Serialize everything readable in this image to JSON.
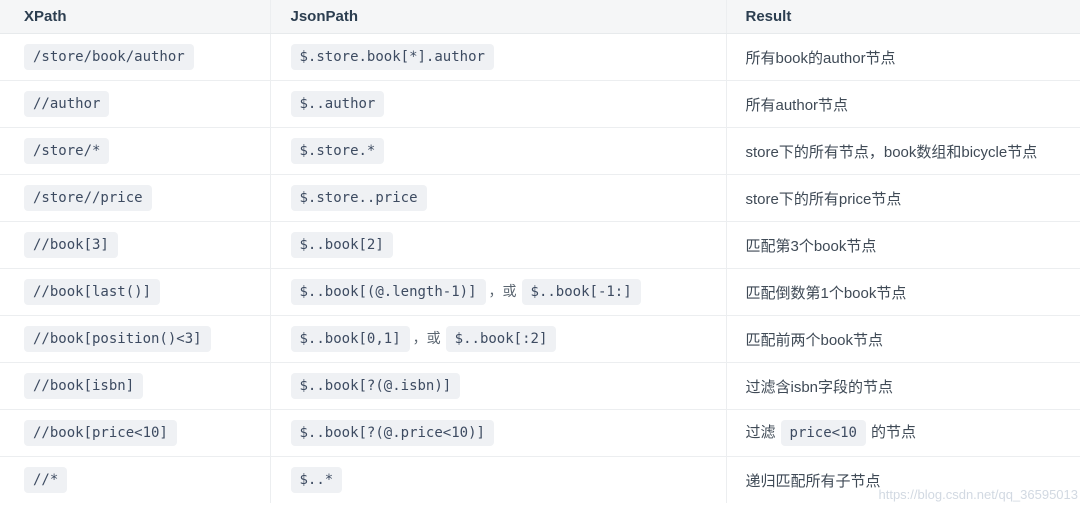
{
  "table": {
    "columns": [
      {
        "label": "XPath"
      },
      {
        "label": "JsonPath"
      },
      {
        "label": "Result"
      }
    ],
    "rows": [
      {
        "xpath": [
          {
            "code": "/store/book/author"
          }
        ],
        "jsonpath": [
          {
            "code": "$.store.book[*].author"
          }
        ],
        "result": [
          {
            "text": "所有book的author节点"
          }
        ]
      },
      {
        "xpath": [
          {
            "code": "//author"
          }
        ],
        "jsonpath": [
          {
            "code": "$..author"
          }
        ],
        "result": [
          {
            "text": "所有author节点"
          }
        ]
      },
      {
        "xpath": [
          {
            "code": "/store/*"
          }
        ],
        "jsonpath": [
          {
            "code": "$.store.*"
          }
        ],
        "result": [
          {
            "text": "store下的所有节点，book数组和bicycle节点"
          }
        ]
      },
      {
        "xpath": [
          {
            "code": "/store//price"
          }
        ],
        "jsonpath": [
          {
            "code": "$.store..price"
          }
        ],
        "result": [
          {
            "text": "store下的所有price节点"
          }
        ]
      },
      {
        "xpath": [
          {
            "code": "//book[3]"
          }
        ],
        "jsonpath": [
          {
            "code": "$..book[2]"
          }
        ],
        "result": [
          {
            "text": "匹配第3个book节点"
          }
        ]
      },
      {
        "xpath": [
          {
            "code": "//book[last()]"
          }
        ],
        "jsonpath": [
          {
            "code": "$..book[(@.length-1)]"
          },
          {
            "text": "，或"
          },
          {
            "code": "$..book[-1:]"
          }
        ],
        "result": [
          {
            "text": "匹配倒数第1个book节点"
          }
        ]
      },
      {
        "xpath": [
          {
            "code": "//book[position()<3]"
          }
        ],
        "jsonpath": [
          {
            "code": "$..book[0,1]"
          },
          {
            "text": "，或"
          },
          {
            "code": "$..book[:2]"
          }
        ],
        "result": [
          {
            "text": "匹配前两个book节点"
          }
        ]
      },
      {
        "xpath": [
          {
            "code": "//book[isbn]"
          }
        ],
        "jsonpath": [
          {
            "code": "$..book[?(@.isbn)]"
          }
        ],
        "result": [
          {
            "text": "过滤含isbn字段的节点"
          }
        ]
      },
      {
        "xpath": [
          {
            "code": "//book[price<10]"
          }
        ],
        "jsonpath": [
          {
            "code": "$..book[?(@.price<10)]"
          }
        ],
        "result": [
          {
            "text": "过滤"
          },
          {
            "code": "price<10"
          },
          {
            "text": "的节点"
          }
        ]
      },
      {
        "xpath": [
          {
            "code": "//*"
          }
        ],
        "jsonpath": [
          {
            "code": "$..*"
          }
        ],
        "result": [
          {
            "text": "递归匹配所有子节点"
          }
        ]
      }
    ]
  },
  "watermark": "https://blog.csdn.net/qq_36595013",
  "colors": {
    "header_bg": "#f5f6f7",
    "header_text": "#2c3e50",
    "row_border": "#eceef0",
    "pill_bg": "#eff1f4",
    "pill_text": "#3d4b61",
    "result_text": "#3f4a56",
    "watermark_text": "#d2d9e2"
  }
}
